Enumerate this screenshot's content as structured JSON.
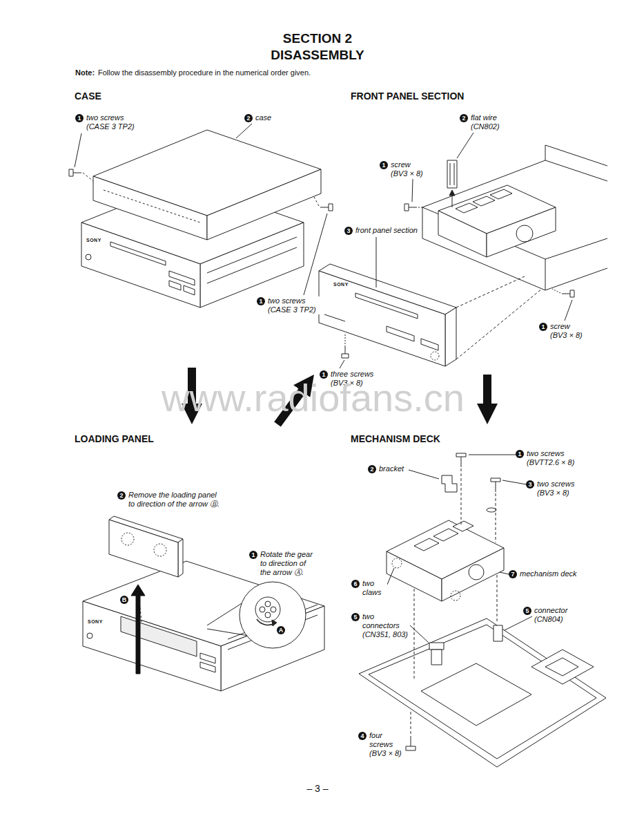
{
  "diagram": {
    "title": "SECTION 2 DISASSEMBLY",
    "nodes": [
      {
        "text": [
          "CASE"
        ]
      },
      {
        "text": [
          "FRONT PANEL SECTION"
        ]
      },
      {
        "text": [
          "LOADING PANEL"
        ]
      },
      {
        "text": [
          "MECHANISM DECK"
        ]
      }
    ],
    "edges": [
      {
        "from": 0,
        "to": 2,
        "arrow": "to"
      },
      {
        "from": 2,
        "to": 1,
        "arrow": "to"
      },
      {
        "from": 1,
        "to": 3,
        "arrow": "to"
      }
    ],
    "labels": [
      "Note:",
      "Follow the disassembly procedure in the numerical order given.",
      "1",
      "two screws (CASE 3 TP2)",
      "2",
      "case",
      "SONY",
      "1",
      "two screws (CASE 3 TP2)",
      "2",
      "flat wire (CN802)",
      "1",
      "screw (BV3 × 8)",
      "3",
      "front panel section",
      "SONY",
      "1",
      "screw (BV3 × 8)",
      "1",
      "three screws (BV3 × 8)",
      "2",
      "Remove the loading panel to direction of the arrow Ⓑ.",
      "1",
      "Rotate the gear to direction of the arrow Ⓐ.",
      "B",
      "A",
      "SONY",
      "1",
      "two screws (BVTT2.6 × 8)",
      "2",
      "bracket",
      "3",
      "two screws (BV3 × 8)",
      "6",
      "two claws",
      "7",
      "mechanism deck",
      "5",
      "two connectors (CN351, 803)",
      "5",
      "connector (CN804)",
      "4",
      "four screws (BV3 × 8)",
      "www.radiofans.cn",
      "– 3 –"
    ]
  }
}
